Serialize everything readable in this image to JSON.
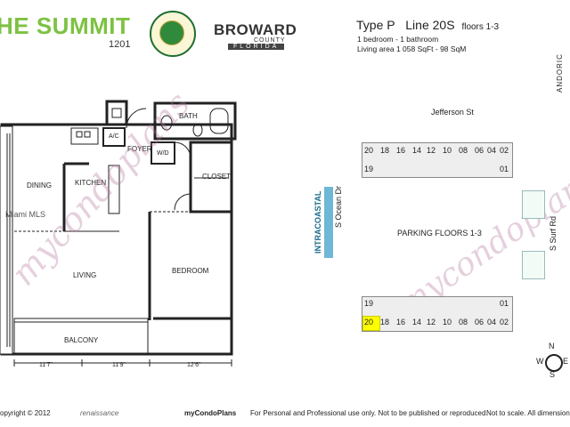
{
  "header": {
    "title": "HE SUMMIT",
    "unit_no": "1201",
    "county_word": "BROWARD",
    "county_sub": "COUNTY",
    "state": "FLORIDA"
  },
  "unit_info": {
    "type_label": "Type P",
    "line_label": "Line 20S",
    "floors": "floors 1-3",
    "bedbath": "1 bedroom - 1 bathroom",
    "area": "Living area   1 058 SqFt - 98 SqM"
  },
  "brand_side": "ANDORIC",
  "floorplan": {
    "rooms": {
      "bath": "BATH",
      "ac": "A/C",
      "foyer": "FOYER",
      "wd": "W/D",
      "closet": "CLOSET",
      "dining": "DINING",
      "kitchen": "KITCHEN",
      "living": "LIVING",
      "bedroom": "BEDROOM",
      "balcony": "BALCONY"
    },
    "dims": [
      "11'7\"",
      "11'9\"",
      "12'6\""
    ]
  },
  "site_plan": {
    "north_street": "Jefferson St",
    "west_street": "S Ocean Dr",
    "east_street": "S Surf Rd",
    "waterway": "INTRACOASTAL",
    "parking": "PARKING FLOORS 1-3",
    "top_units_row1": [
      "20",
      "18",
      "16",
      "14",
      "12",
      "10",
      "08",
      "06",
      "04",
      "02"
    ],
    "top_row2_left": "19",
    "top_row2_right": "01",
    "bottom_row1_left": "19",
    "bottom_row1_right": "01",
    "bottom_units_row2": [
      "20",
      "18",
      "16",
      "14",
      "12",
      "10",
      "08",
      "06",
      "04",
      "02"
    ],
    "highlight_color": "#ffff00"
  },
  "compass": {
    "n": "N",
    "s": "S",
    "e": "E",
    "w": "W"
  },
  "watermark": {
    "mls": "Miami MLS",
    "brand": "mycondoplans"
  },
  "footer": {
    "copyright": "opyright © 2012",
    "renaissance": "renaissance",
    "mcp": "myCondoPlans",
    "notice": "For Personal and Professional use only.  Not to be published or reproduced.",
    "scale": "Not to scale.  All dimensions a"
  }
}
